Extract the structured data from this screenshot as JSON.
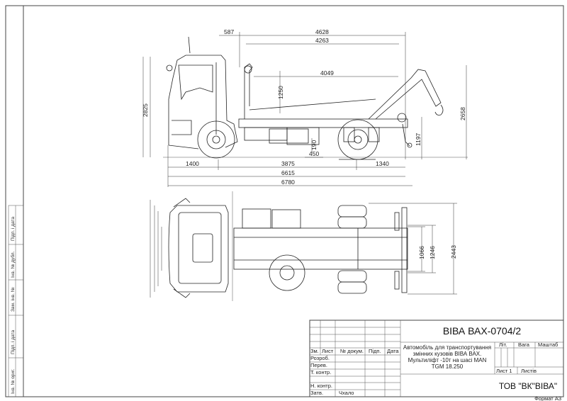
{
  "drawing": {
    "side_view_dimensions": {
      "front_to_cab": "587",
      "body_length": "4628",
      "hook_reach": "4263",
      "arm_length": "4049",
      "hook_height": "1250",
      "cab_height": "2825",
      "hook_max_height": "2658",
      "frame_height": "1197",
      "step_190": "190",
      "step_450": "450",
      "front_overhang": "1400",
      "wheelbase": "3875",
      "rear_overhang": "1340",
      "length_6615": "6615",
      "overall_length": "6780"
    },
    "top_view_dimensions": {
      "frame_width": "1066",
      "arm_width": "1246",
      "overall_width": "2443"
    }
  },
  "title_block": {
    "designation": "ВІВА ВАХ-0704/2",
    "description_lines": [
      "Автомобіль для транспортування",
      "змінних кузовів ВІВА ВАХ.",
      "Мультиліфт -10т на шасі MAN",
      "TGM 18.250"
    ],
    "headers": {
      "change": "Зм.",
      "sheet": "Лист",
      "doc_no": "№ докум.",
      "signature": "Підп.",
      "date": "Дата"
    },
    "roles": {
      "developed": "Розроб.",
      "checked": "Перев.",
      "tech_control": "Т. контр.",
      "norm_control": "Н. контр.",
      "approved": "Затв."
    },
    "approved_by": "Чхало",
    "lit_label": "Літ.",
    "weight_label": "Вага",
    "scale_label": "Маштаб",
    "sheet_label": "Лист 1",
    "sheets_label": "Листів",
    "company": "ТОВ \"ВК\"ВІВА\"",
    "format": "Формат А3"
  },
  "side_stamp": {
    "labels": [
      "Підп. і дата",
      "Інв. № дубл.",
      "Зам. інв. №",
      "Підп. і дата",
      "Інв. № ориг."
    ]
  }
}
